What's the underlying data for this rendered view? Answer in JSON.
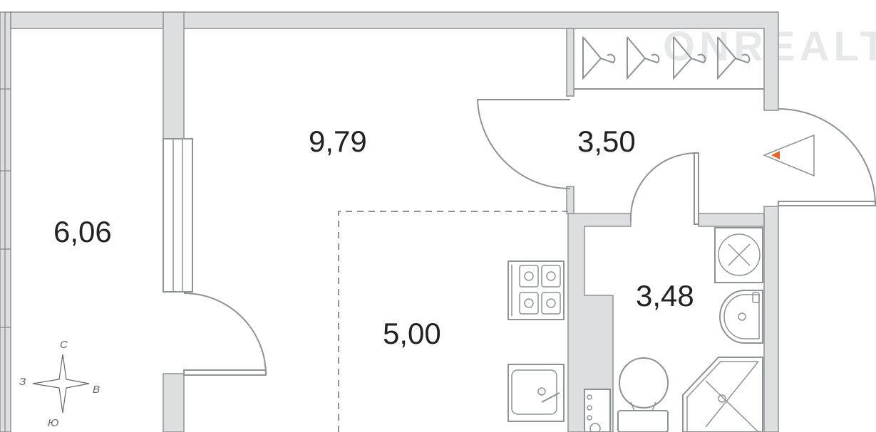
{
  "watermark": {
    "text": "ONREALT"
  },
  "rooms": [
    {
      "id": "room-left",
      "area": "6,06"
    },
    {
      "id": "room-main",
      "area": "9,79"
    },
    {
      "id": "hallway",
      "area": "3,50"
    },
    {
      "id": "kitchen",
      "area": "5,00"
    },
    {
      "id": "bathroom",
      "area": "3,48"
    }
  ],
  "compass": {
    "north": "С",
    "east": "В",
    "west": "З",
    "south": "Ю"
  },
  "colors": {
    "wall": "#dcdfe0",
    "line": "#8c9396",
    "entrance_marker": "#e8652a"
  }
}
